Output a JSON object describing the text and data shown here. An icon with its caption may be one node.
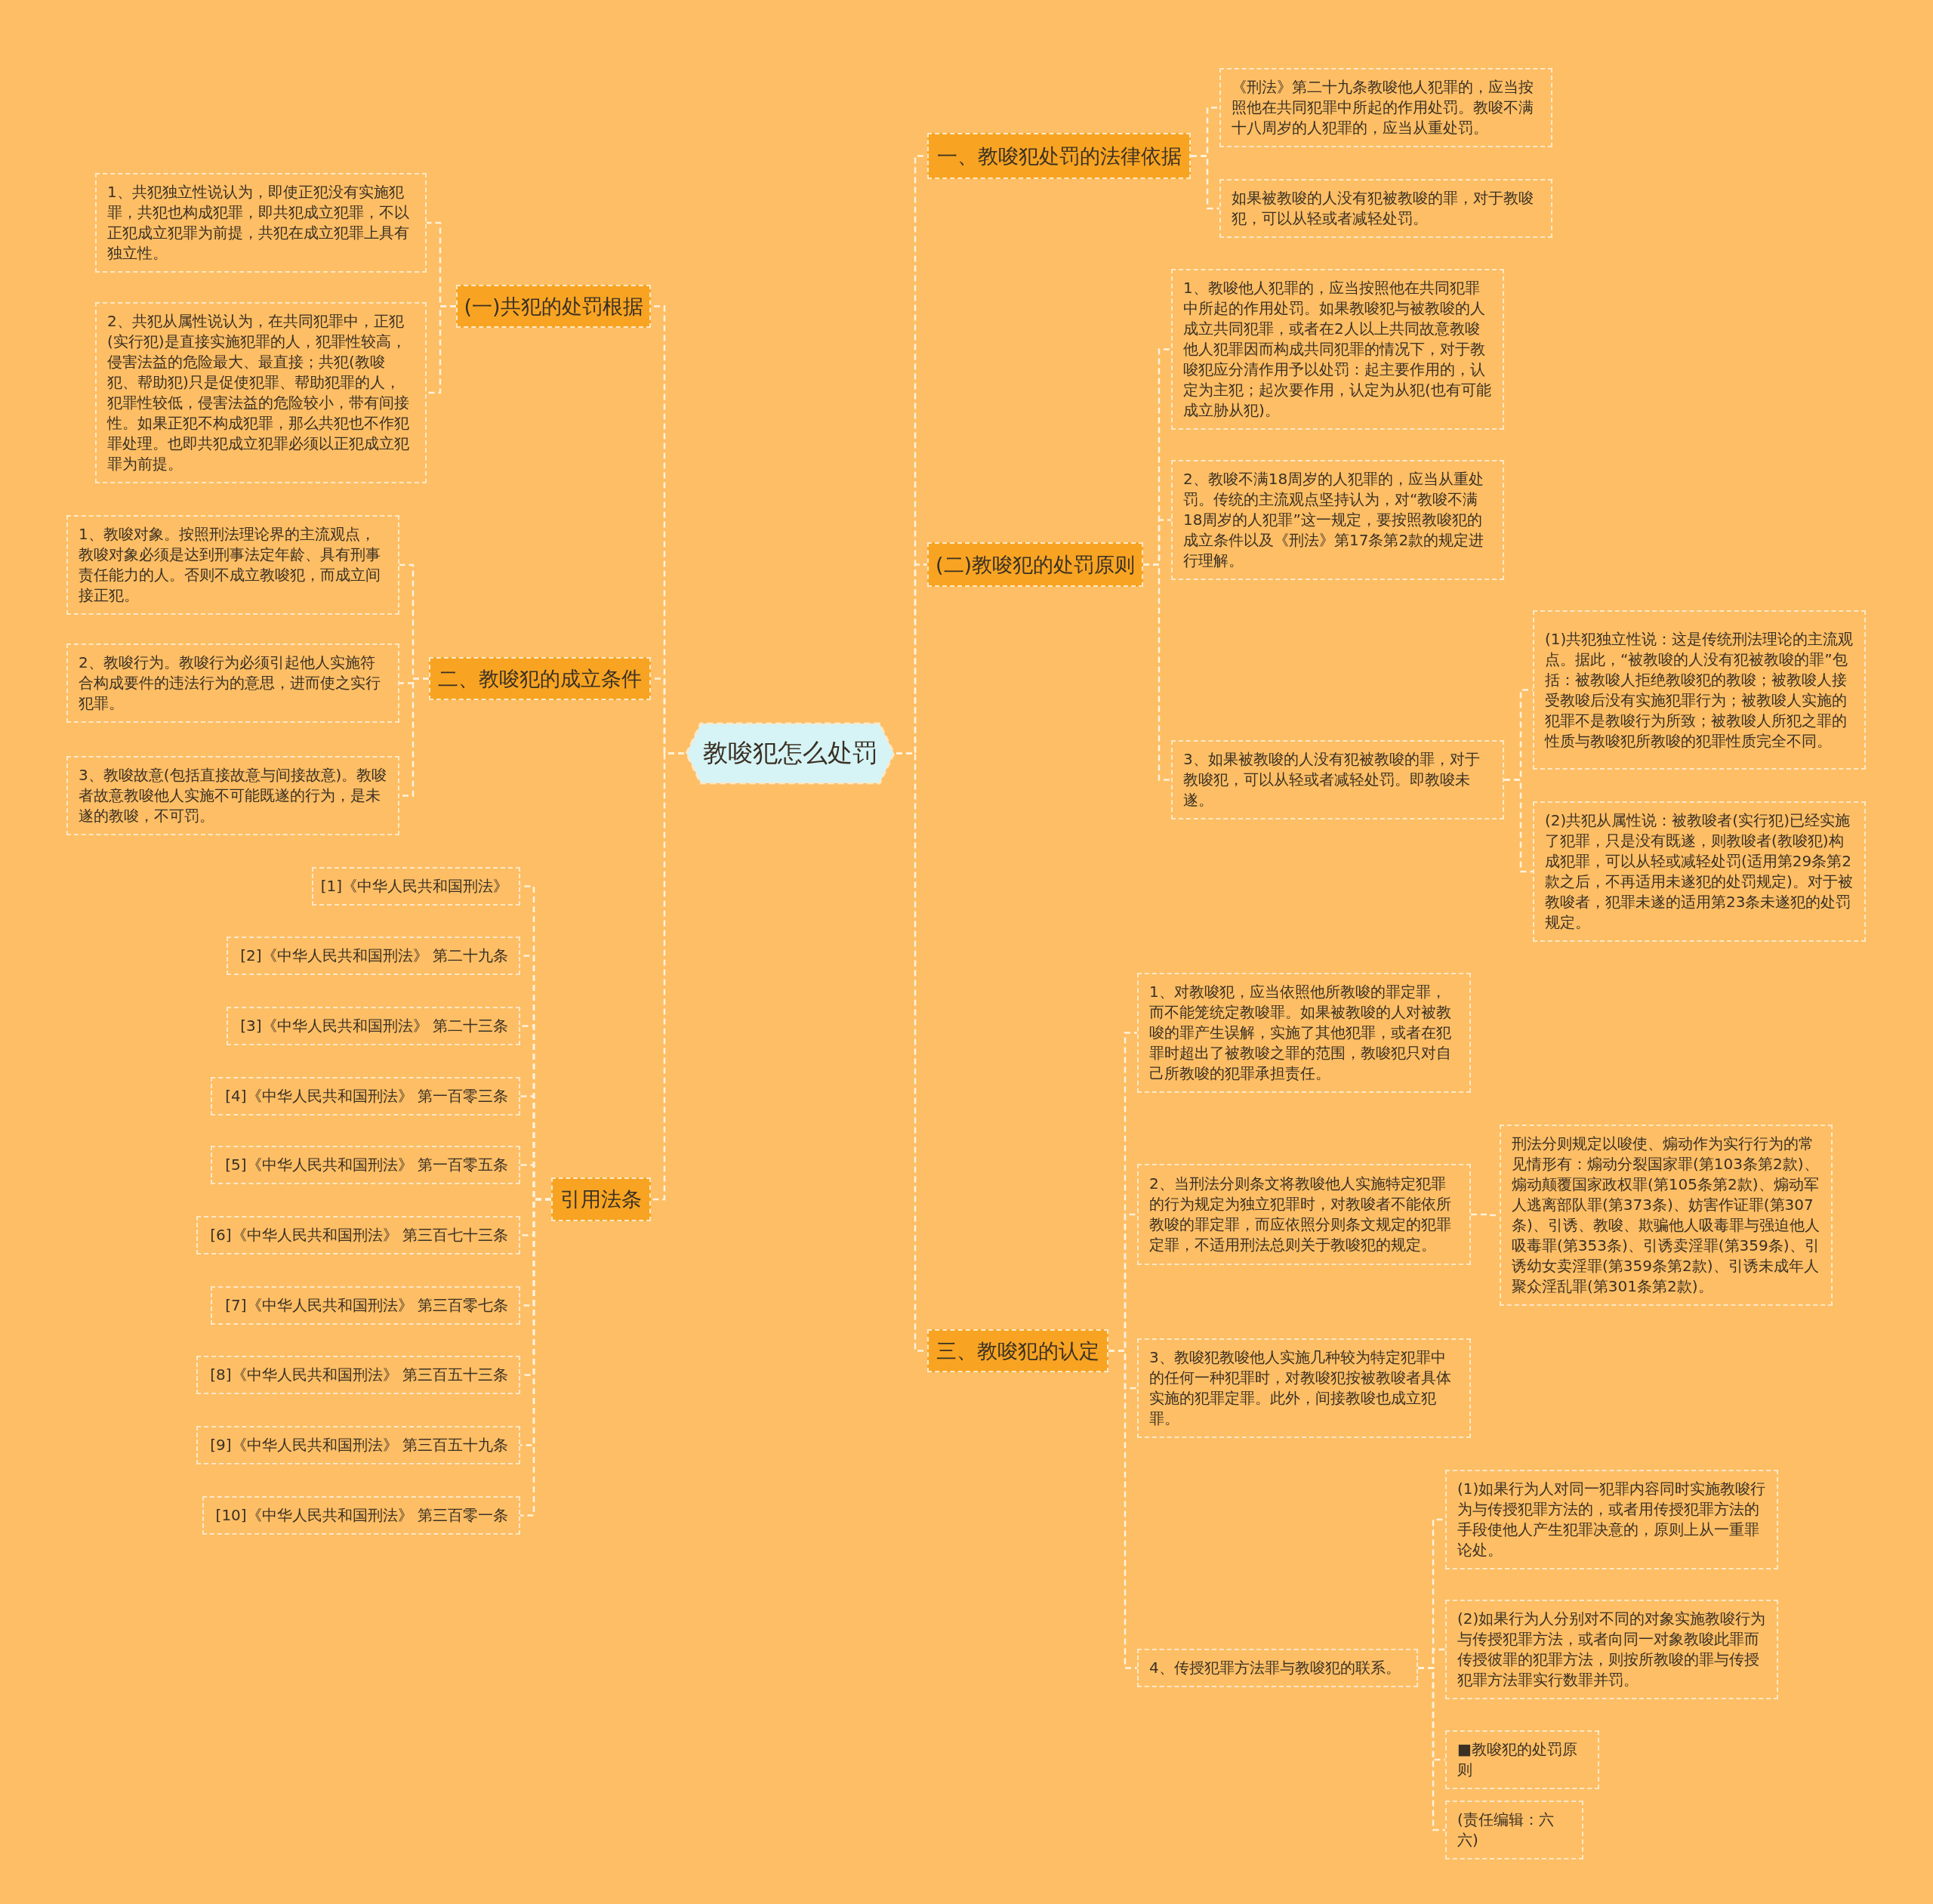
{
  "diagram": {
    "nodes": [
      {
        "text": [
          "教唆犯怎么处罚"
        ]
      },
      {
        "text": [
          "(一)共犯的处罚根据"
        ]
      },
      {
        "text": [
          "1、共犯独立性说认为，即使正犯没有实施犯罪，共犯也构成犯罪，即共犯成立犯罪，不以正犯成立犯罪为前提，共犯在成立犯罪上具有独立性。"
        ]
      },
      {
        "text": [
          "2、共犯从属性说认为，在共同犯罪中，正犯(实行犯)是直接实施犯罪的人，犯罪性较高，侵害法益的危险最大、最直接；共犯(教唆犯、帮助犯)只是促使犯罪、帮助犯罪的人，犯罪性较低，侵害法益的危险较小，带有间接性。如果正犯不构成犯罪，那么共犯也不作犯罪处理。也即共犯成立犯罪必须以正犯成立犯罪为前提。"
        ]
      },
      {
        "text": [
          "二、教唆犯的成立条件"
        ]
      },
      {
        "text": [
          "1、教唆对象。按照刑法理论界的主流观点，教唆对象必须是达到刑事法定年龄、具有刑事责任能力的人。否则不成立教唆犯，而成立间接正犯。"
        ]
      },
      {
        "text": [
          "2、教唆行为。教唆行为必须引起他人实施符合构成要件的违法行为的意思，进而使之实行犯罪。"
        ]
      },
      {
        "text": [
          "3、教唆故意(包括直接故意与间接故意)。教唆者故意教唆他人实施不可能既遂的行为，是未遂的教唆，不可罚。"
        ]
      },
      {
        "text": [
          "引用法条"
        ]
      },
      {
        "text": [
          "[1]《中华人民共和国刑法》"
        ]
      },
      {
        "text": [
          "[2]《中华人民共和国刑法》 第二十九条"
        ]
      },
      {
        "text": [
          "[3]《中华人民共和国刑法》 第二十三条"
        ]
      },
      {
        "text": [
          "[4]《中华人民共和国刑法》 第一百零三条"
        ]
      },
      {
        "text": [
          "[5]《中华人民共和国刑法》 第一百零五条"
        ]
      },
      {
        "text": [
          "[6]《中华人民共和国刑法》 第三百七十三条"
        ]
      },
      {
        "text": [
          "[7]《中华人民共和国刑法》 第三百零七条"
        ]
      },
      {
        "text": [
          "[8]《中华人民共和国刑法》 第三百五十三条"
        ]
      },
      {
        "text": [
          "[9]《中华人民共和国刑法》 第三百五十九条"
        ]
      },
      {
        "text": [
          "[10]《中华人民共和国刑法》 第三百零一条"
        ]
      },
      {
        "text": [
          "一、教唆犯处罚的法律依据"
        ]
      },
      {
        "text": [
          "《刑法》第二十九条教唆他人犯罪的，应当按照他在共同犯罪中所起的作用处罚。教唆不满十八周岁的人犯罪的，应当从重处罚。"
        ]
      },
      {
        "text": [
          "如果被教唆的人没有犯被教唆的罪，对于教唆犯，可以从轻或者减轻处罚。"
        ]
      },
      {
        "text": [
          "(二)教唆犯的处罚原则"
        ]
      },
      {
        "text": [
          "1、教唆他人犯罪的，应当按照他在共同犯罪中所起的作用处罚。如果教唆犯与被教唆的人成立共同犯罪，或者在2人以上共同故意教唆他人犯罪因而构成共同犯罪的情况下，对于教唆犯应分清作用予以处罚：起主要作用的，认定为主犯；起次要作用，认定为从犯(也有可能成立胁从犯)。"
        ]
      },
      {
        "text": [
          "2、教唆不满18周岁的人犯罪的，应当从重处罚。传统的主流观点坚持认为，对“教唆不满18周岁的人犯罪”这一规定，要按照教唆犯的成立条件以及《刑法》第17条第2款的规定进行理解。"
        ]
      },
      {
        "text": [
          "3、如果被教唆的人没有犯被教唆的罪，对于教唆犯，可以从轻或者减轻处罚。即教唆未遂。"
        ]
      },
      {
        "text": [
          "(1)共犯独立性说：这是传统刑法理论的主流观点。据此，“被教唆的人没有犯被教唆的罪”包括：被教唆人拒绝教唆犯的教唆；被教唆人接受教唆后没有实施犯罪行为；被教唆人实施的犯罪不是教唆行为所致；被教唆人所犯之罪的性质与教唆犯所教唆的犯罪性质完全不同。"
        ]
      },
      {
        "text": [
          "(2)共犯从属性说：被教唆者(实行犯)已经实施了犯罪，只是没有既遂，则教唆者(教唆犯)构成犯罪，可以从轻或减轻处罚(适用第29条第2款之后，不再适用未遂犯的处罚规定)。对于被教唆者，犯罪未遂的适用第23条未遂犯的处罚规定。"
        ]
      },
      {
        "text": [
          "三、教唆犯的认定"
        ]
      },
      {
        "text": [
          "1、对教唆犯，应当依照他所教唆的罪定罪，而不能笼统定教唆罪。如果被教唆的人对被教唆的罪产生误解，实施了其他犯罪，或者在犯罪时超出了被教唆之罪的范围，教唆犯只对自己所教唆的犯罪承担责任。"
        ]
      },
      {
        "text": [
          "2、当刑法分则条文将教唆他人实施特定犯罪的行为规定为独立犯罪时，对教唆者不能依所教唆的罪定罪，而应依照分则条文规定的犯罪定罪，不适用刑法总则关于教唆犯的规定。"
        ]
      },
      {
        "text": [
          "刑法分则规定以唆使、煽动作为实行行为的常见情形有：煽动分裂国家罪(第103条第2款)、煽动颠覆国家政权罪(第105条第2款)、煽动军人逃离部队罪(第373条)、妨害作证罪(第307条)、引诱、教唆、欺骗他人吸毒罪与强迫他人吸毒罪(第353条)、引诱卖淫罪(第359条)、引诱幼女卖淫罪(第359条第2款)、引诱未成年人聚众淫乱罪(第301条第2款)。"
        ]
      },
      {
        "text": [
          "3、教唆犯教唆他人实施几种较为特定犯罪中的任何一种犯罪时，对教唆犯按被教唆者具体实施的犯罪定罪。此外，间接教唆也成立犯罪。"
        ]
      },
      {
        "text": [
          "4、传授犯罪方法罪与教唆犯的联系。"
        ]
      },
      {
        "text": [
          "(1)如果行为人对同一犯罪内容同时实施教唆行为与传授犯罪方法的，或者用传授犯罪方法的手段使他人产生犯罪决意的，原则上从一重罪论处。"
        ]
      },
      {
        "text": [
          "(2)如果行为人分别对不同的对象实施教唆行为与传授犯罪方法，或者向同一对象教唆此罪而传授彼罪的犯罪方法，则按所教唆的罪与传授犯罪方法罪实行数罪并罚。"
        ]
      },
      {
        "text": [
          "■教唆犯的处罚原则"
        ]
      },
      {
        "text": [
          "(责任编辑：六六)"
        ]
      }
    ],
    "edges": [
      {
        "from": 0,
        "to": 1,
        "arrow": "none",
        "style": "dashed"
      },
      {
        "from": 1,
        "to": 2,
        "arrow": "none",
        "style": "dashed"
      },
      {
        "from": 1,
        "to": 3,
        "arrow": "none",
        "style": "dashed"
      },
      {
        "from": 0,
        "to": 4,
        "arrow": "none",
        "style": "dashed"
      },
      {
        "from": 4,
        "to": 5,
        "arrow": "none",
        "style": "dashed"
      },
      {
        "from": 4,
        "to": 6,
        "arrow": "none",
        "style": "dashed"
      },
      {
        "from": 4,
        "to": 7,
        "arrow": "none",
        "style": "dashed"
      },
      {
        "from": 0,
        "to": 8,
        "arrow": "none",
        "style": "dashed"
      },
      {
        "from": 8,
        "to": 9,
        "arrow": "none",
        "style": "dashed"
      },
      {
        "from": 8,
        "to": 10,
        "arrow": "none",
        "style": "dashed"
      },
      {
        "from": 8,
        "to": 11,
        "arrow": "none",
        "style": "dashed"
      },
      {
        "from": 8,
        "to": 12,
        "arrow": "none",
        "style": "dashed"
      },
      {
        "from": 8,
        "to": 13,
        "arrow": "none",
        "style": "dashed"
      },
      {
        "from": 8,
        "to": 14,
        "arrow": "none",
        "style": "dashed"
      },
      {
        "from": 8,
        "to": 15,
        "arrow": "none",
        "style": "dashed"
      },
      {
        "from": 8,
        "to": 16,
        "arrow": "none",
        "style": "dashed"
      },
      {
        "from": 8,
        "to": 17,
        "arrow": "none",
        "style": "dashed"
      },
      {
        "from": 8,
        "to": 18,
        "arrow": "none",
        "style": "dashed"
      },
      {
        "from": 0,
        "to": 19,
        "arrow": "none",
        "style": "dashed"
      },
      {
        "from": 19,
        "to": 20,
        "arrow": "none",
        "style": "dashed"
      },
      {
        "from": 19,
        "to": 21,
        "arrow": "none",
        "style": "dashed"
      },
      {
        "from": 0,
        "to": 22,
        "arrow": "none",
        "style": "dashed"
      },
      {
        "from": 22,
        "to": 23,
        "arrow": "none",
        "style": "dashed"
      },
      {
        "from": 22,
        "to": 24,
        "arrow": "none",
        "style": "dashed"
      },
      {
        "from": 22,
        "to": 25,
        "arrow": "none",
        "style": "dashed"
      },
      {
        "from": 25,
        "to": 26,
        "arrow": "none",
        "style": "dashed"
      },
      {
        "from": 25,
        "to": 27,
        "arrow": "none",
        "style": "dashed"
      },
      {
        "from": 0,
        "to": 28,
        "arrow": "none",
        "style": "dashed"
      },
      {
        "from": 28,
        "to": 29,
        "arrow": "none",
        "style": "dashed"
      },
      {
        "from": 28,
        "to": 30,
        "arrow": "none",
        "style": "dashed"
      },
      {
        "from": 30,
        "to": 31,
        "arrow": "none",
        "style": "dashed"
      },
      {
        "from": 28,
        "to": 32,
        "arrow": "none",
        "style": "dashed"
      },
      {
        "from": 28,
        "to": 33,
        "arrow": "none",
        "style": "dashed"
      },
      {
        "from": 33,
        "to": 34,
        "arrow": "none",
        "style": "dashed"
      },
      {
        "from": 33,
        "to": 35,
        "arrow": "none",
        "style": "dashed"
      },
      {
        "from": 33,
        "to": 36,
        "arrow": "none",
        "style": "dashed"
      },
      {
        "from": 33,
        "to": 37,
        "arrow": "none",
        "style": "dashed"
      }
    ]
  }
}
